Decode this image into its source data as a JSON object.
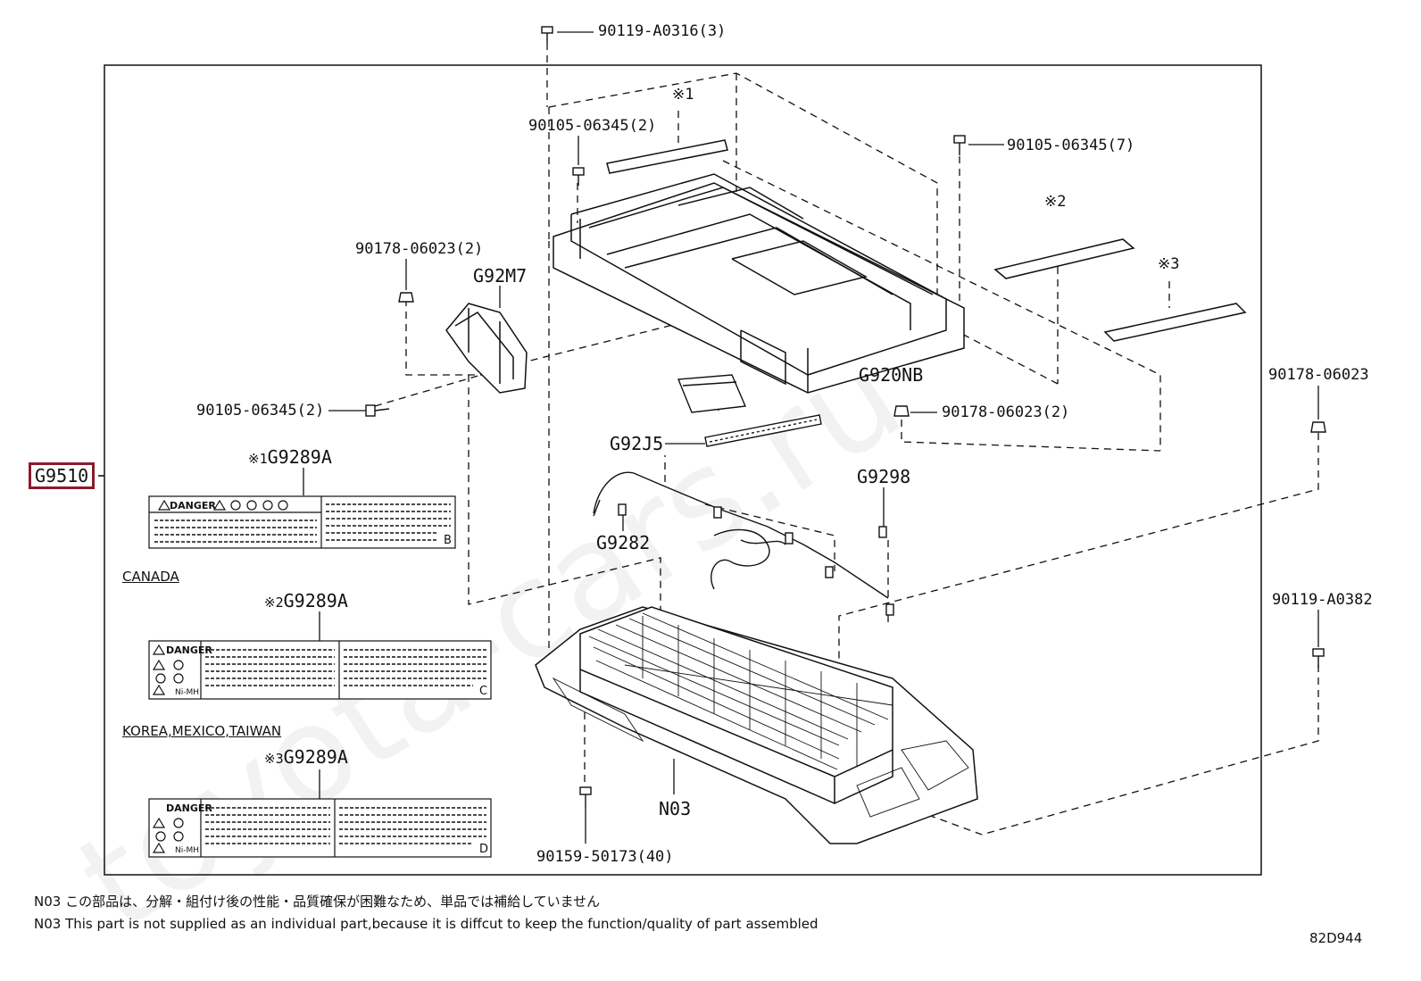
{
  "watermark": "toyota-cars.ru",
  "highlight": {
    "code": "G9510"
  },
  "parts": {
    "p90119_A0316": "90119-A0316(3)",
    "p90105_06345_2_top": "90105-06345(2)",
    "p90105_06345_7": "90105-06345(7)",
    "p90178_06023_2_left": "90178-06023(2)",
    "G92M7": "G92M7",
    "p90105_06345_2_left": "90105-06345(2)",
    "G920NB": "G920NB",
    "p90178_06023_2_mid": "90178-06023(2)",
    "p90178_06023": "90178-06023",
    "G92J5": "G92J5",
    "G9298": "G9298",
    "G9282": "G9282",
    "p90119_A0382": "90119-A0382",
    "N03": "N03",
    "p90159_50173": "90159-50173(40)"
  },
  "marks": {
    "m1": "※1",
    "m2": "※2",
    "m3": "※3"
  },
  "labels": [
    {
      "mark": "※1",
      "code": "G9289A",
      "corner": "B",
      "nimh": ""
    },
    {
      "mark": "※2",
      "code": "G9289A",
      "corner": "C",
      "nimh": "Ni-MH"
    },
    {
      "mark": "※3",
      "code": "G9289A",
      "corner": "D",
      "nimh": "Ni-MH"
    }
  ],
  "danger_text": "DANGER",
  "regions": {
    "canada": "CANADA",
    "korea": "KOREA,MEXICO,TAIWAN"
  },
  "notes": {
    "jp": "N03 この部品は、分解・組付け後の性能・品質確保が困難なため、単品では補給していません",
    "en": "N03 This part is not supplied as an  individual part,because it is diffcut to keep the function/quality of part assembled"
  },
  "ref_code": "82D944"
}
